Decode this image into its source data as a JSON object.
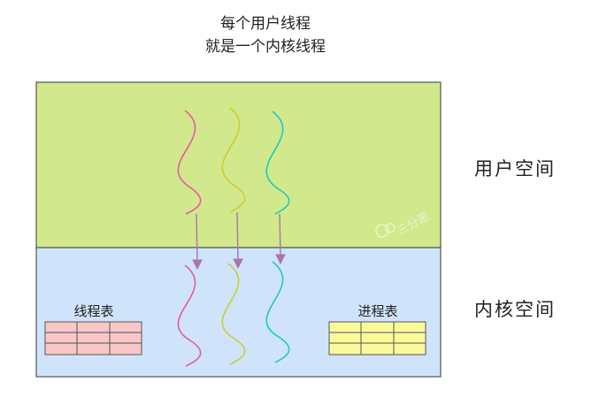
{
  "title": {
    "line1": "每个用户线程",
    "line2": "就是一个内核线程"
  },
  "regions": {
    "user": {
      "label": "用户空间",
      "color": "#d1e88c"
    },
    "kernel": {
      "label": "内核空间",
      "color": "#cfe3fb"
    }
  },
  "tables": {
    "thread": {
      "label": "线程表",
      "color": "#f9c7c7"
    },
    "process": {
      "label": "进程表",
      "color": "#fafa9a"
    }
  },
  "threads": [
    {
      "color": "#e85aa0",
      "icon": "wavy-thread-icon"
    },
    {
      "color": "#c8d030",
      "icon": "wavy-thread-icon"
    },
    {
      "color": "#22c8c0",
      "icon": "wavy-thread-icon"
    }
  ],
  "arrow_color": "#a975b0",
  "watermark": "三分恶"
}
